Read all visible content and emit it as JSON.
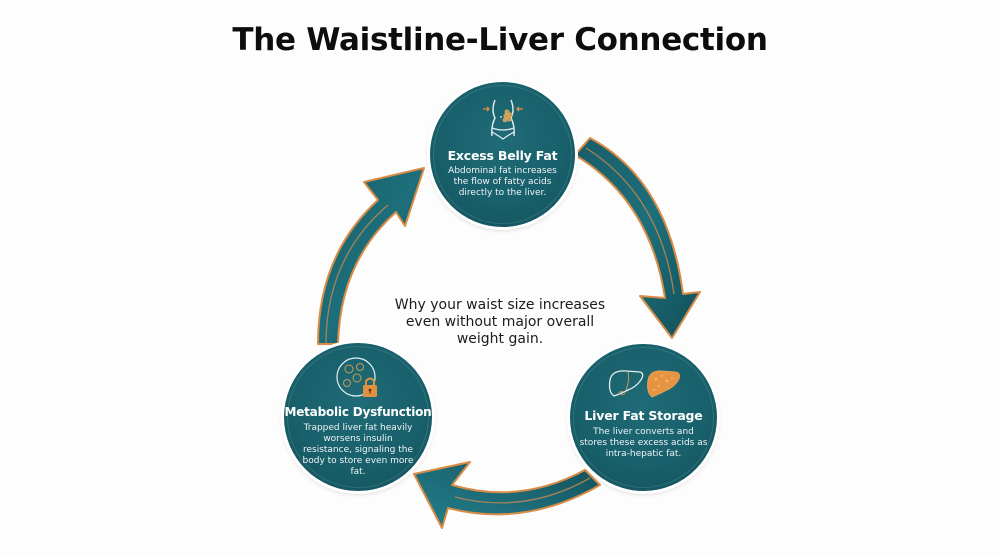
{
  "title": "The Waistline-Liver Connection",
  "center_caption": "Why your waist size increases even without major overall weight gain.",
  "colors": {
    "teal_dark": "#124f59",
    "teal": "#1b6572",
    "teal_light": "#23808c",
    "orange_accent": "#e0913f",
    "icon_line": "#e6eef0",
    "title_text": "#0d0d0d"
  },
  "cycle": {
    "direction": "clockwise",
    "steps": [
      {
        "id": "excess-belly-fat",
        "icon": "waist-fat-icon",
        "title": "Excess Belly Fat",
        "description": "Abdominal fat increases the flow of fatty acids directly to the liver."
      },
      {
        "id": "liver-fat-storage",
        "icon": "liver-icon",
        "title": "Liver Fat Storage",
        "description": "The liver converts and stores these excess acids as intra-hepatic fat."
      },
      {
        "id": "metabolic-dysfunction",
        "icon": "fat-cells-lock-icon",
        "title": "Metabolic Dysfunction",
        "description": "Trapped liver fat heavily worsens insulin resistance, signaling the body to store even more fat."
      }
    ],
    "arrows": [
      {
        "from": "excess-belly-fat",
        "to": "liver-fat-storage"
      },
      {
        "from": "liver-fat-storage",
        "to": "metabolic-dysfunction"
      },
      {
        "from": "metabolic-dysfunction",
        "to": "excess-belly-fat"
      }
    ]
  }
}
